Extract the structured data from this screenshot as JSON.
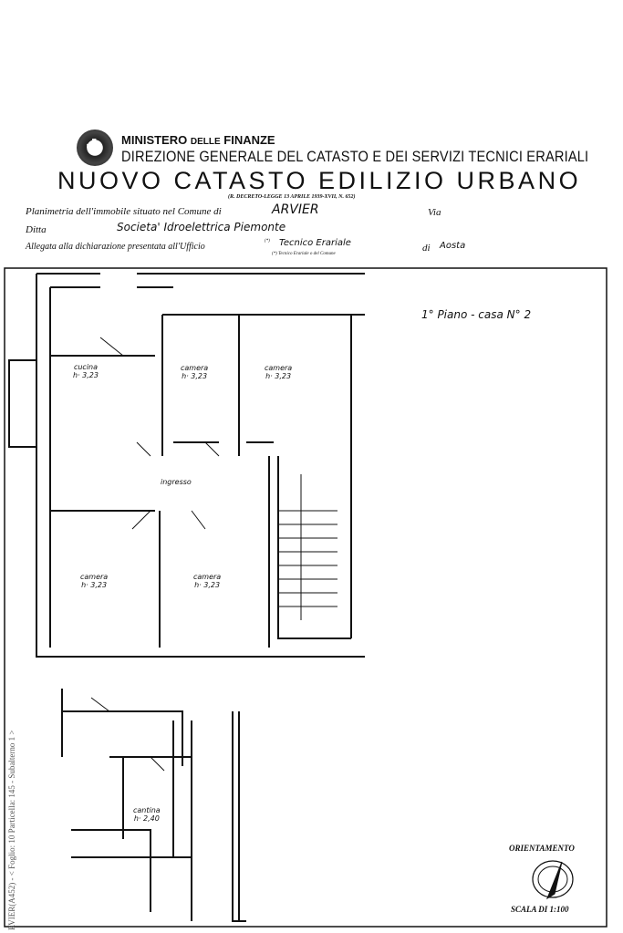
{
  "header": {
    "ministry": "MINISTERO",
    "ministry_delle": "DELLE",
    "ministry_finanze": "FINANZE",
    "directorate": "DIREZIONE GENERALE DEL CATASTO E DEI SERVIZI TECNICI ERARIALI",
    "title": "NUOVO CATASTO EDILIZIO URBANO",
    "decree": "(R. DECRETO-LEGGE 13 APRILE 1939-XVII, N. 652)"
  },
  "form": {
    "planimetria_label": "Planimetria dell'immobile situato nel Comune di",
    "comune": "ARVIER",
    "via_label": "Via",
    "ditta_label": "Ditta",
    "ditta": "Societa' Idroelettrica Piemonte",
    "allegata_label": "Allegata alla dichiarazione presentata all'Ufficio",
    "footnote_mark": "(*)",
    "ufficio": "Tecnico Erariale",
    "footnote": "(*) Tecnico Erariale o del Comune",
    "di_label": "di",
    "citta": "Aosta"
  },
  "plan": {
    "floor_label": "1° Piano - casa N° 2",
    "rooms": [
      {
        "name": "cucina",
        "height": "h· 3,23"
      },
      {
        "name": "camera",
        "height": "h· 3,23"
      },
      {
        "name": "camera",
        "height": "h· 3,23"
      },
      {
        "name": "ingresso"
      },
      {
        "name": "camera",
        "height": "h· 3,23"
      },
      {
        "name": "camera",
        "height": "h· 3,23"
      },
      {
        "name": "cantina",
        "height": "h· 2,40"
      }
    ],
    "orientation_label": "ORIENTAMENTO",
    "scale_label": "SCALA DI 1:100"
  },
  "side_text": "RVIER(A452) - < Foglio: 10 Particella: 145 - Subalterno 1 >"
}
